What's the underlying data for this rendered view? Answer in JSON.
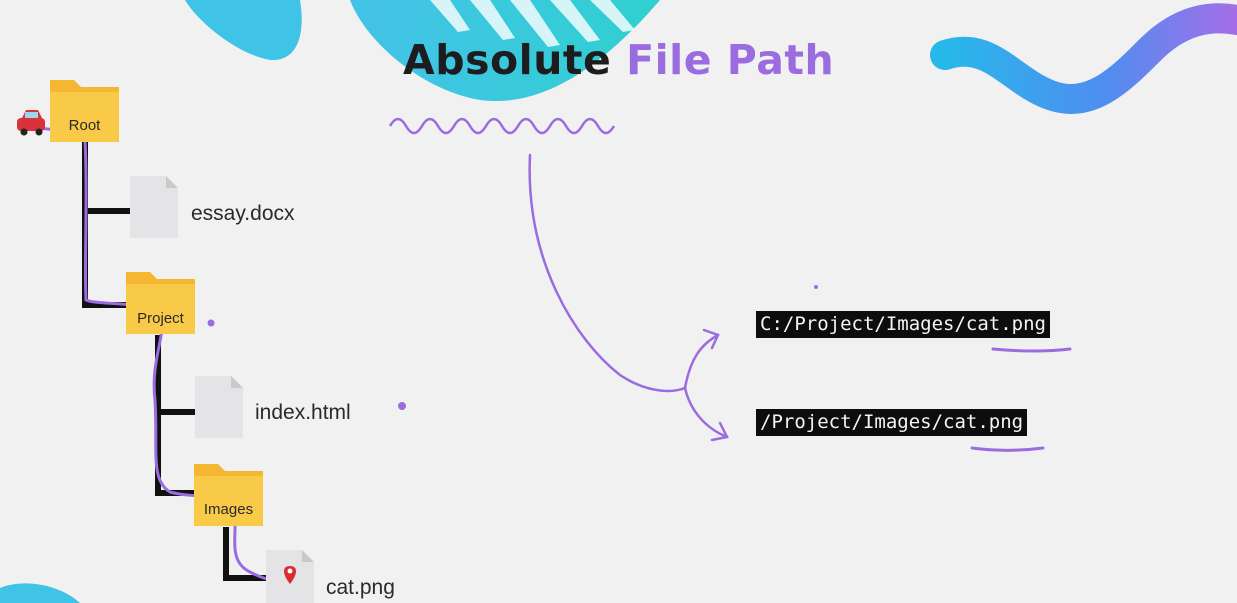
{
  "title": {
    "word1": "Absolute",
    "word2": "File Path"
  },
  "tree": {
    "root": "Root",
    "essay": "essay.docx",
    "project": "Project",
    "index": "index.html",
    "images": "Images",
    "cat": "cat.png"
  },
  "paths": {
    "windows": "C:/Project/Images/cat.png",
    "unix": "/Project/Images/cat.png"
  },
  "colors": {
    "accent_purple": "#9a6ce0",
    "folder_yellow": "#f8c23d",
    "tree_line": "#111111"
  },
  "icons": [
    "car-icon",
    "folder-icon",
    "file-icon",
    "location-pin-icon"
  ]
}
